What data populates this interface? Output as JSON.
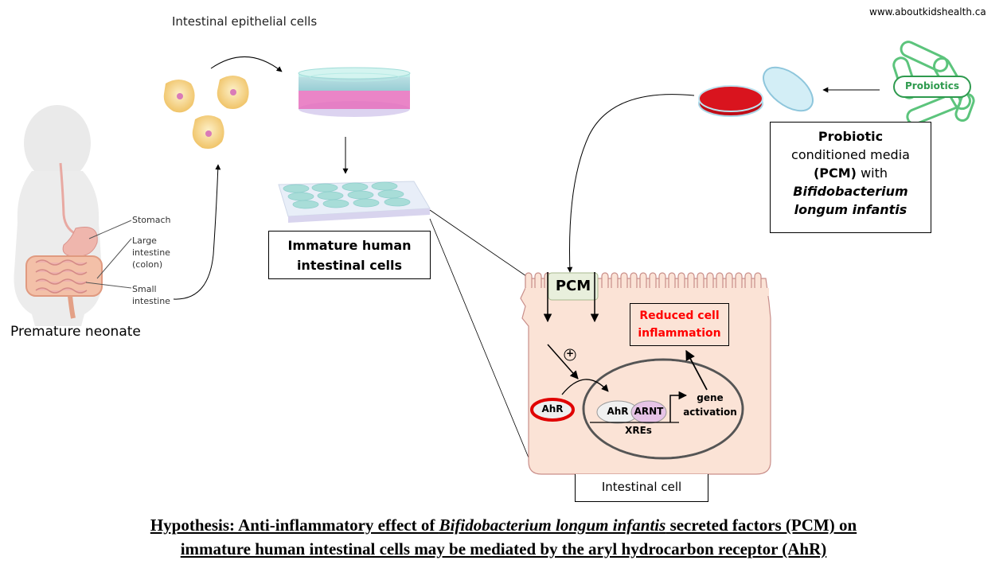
{
  "source_credit": "www.aboutkidshealth.ca",
  "neonate": {
    "caption": "Premature neonate",
    "organ_labels": {
      "stomach": "Stomach",
      "large_intestine_1": "Large",
      "large_intestine_2": "intestine",
      "large_intestine_3": "(colon)",
      "small_intestine_1": "Small",
      "small_intestine_2": "intestine"
    }
  },
  "epithelial": {
    "title": "Intestinal epithelial cells"
  },
  "immature_box": {
    "line1": "Immature human",
    "line2": "intestinal cells"
  },
  "probiotics": {
    "badge": "Probiotics",
    "box_line1": "Probiotic",
    "box_line2": "conditioned media",
    "box_line3_bold": "(PCM)",
    "box_line3_rest": " with",
    "box_line4": "Bifidobacterium",
    "box_line5": "longum infantis"
  },
  "cell": {
    "pcm_label": "PCM",
    "plus_symbol": "+",
    "ahr_cyto": "AhR",
    "ahr_nuc": "AhR",
    "arnt": "ARNT",
    "xres": "XREs",
    "gene_1": "gene",
    "gene_2": "activation",
    "reduced_1": "Reduced cell",
    "reduced_2": "inflammation",
    "caption": "Intestinal cell"
  },
  "hypothesis": {
    "l1_a": "Hypothesis: Anti-inflammatory  effect of ",
    "l1_italic": "Bifidobacterium longum infantis",
    "l1_b": " secreted factors (PCM) on",
    "l2": "immature human  intestinal cells may be mediated by the aryl hydrocarbon receptor (AhR)"
  },
  "colors": {
    "reduced_text": "#ff0000",
    "ahr_ring": "#e00000",
    "cell_fill": "#fbe3d6",
    "cell_stroke": "#c98e8a",
    "probiotic_green": "#2e9a4e",
    "agar_red": "#d0101a",
    "pcm_box": "#e8efdc",
    "arnt_fill": "#e6c3e6"
  }
}
